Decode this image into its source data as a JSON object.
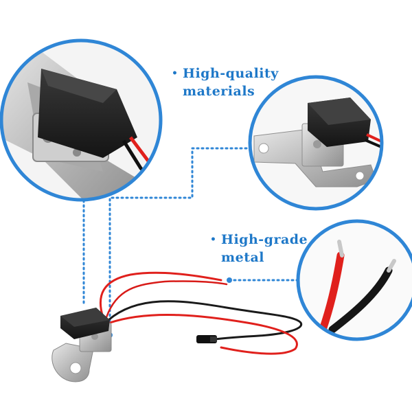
{
  "callouts": {
    "quality": {
      "bullet": "•",
      "line1": "High-quality",
      "line2": "materials"
    },
    "metal": {
      "bullet": "•",
      "line1": "High-grade",
      "line2": "metal"
    }
  },
  "colors": {
    "accent": "#2f86d6",
    "text": "#1e78c8",
    "wire_red": "#e0201c",
    "wire_black": "#1a1a1a",
    "module_body": "#222222",
    "bracket": "#c6c6c6"
  },
  "icons": [
    "zoom-circle-icon",
    "bullet-icon"
  ]
}
